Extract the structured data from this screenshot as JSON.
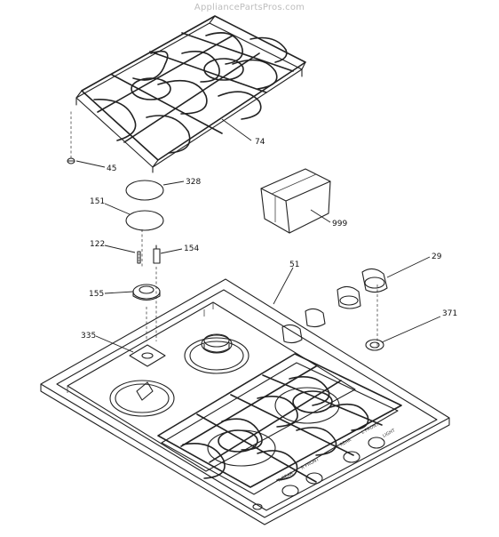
{
  "watermark": "AppliancePartsPros.com",
  "callouts": [
    "74",
    "45",
    "328",
    "151",
    "122",
    "154",
    "155",
    "335",
    "51",
    "29",
    "371",
    "999"
  ]
}
